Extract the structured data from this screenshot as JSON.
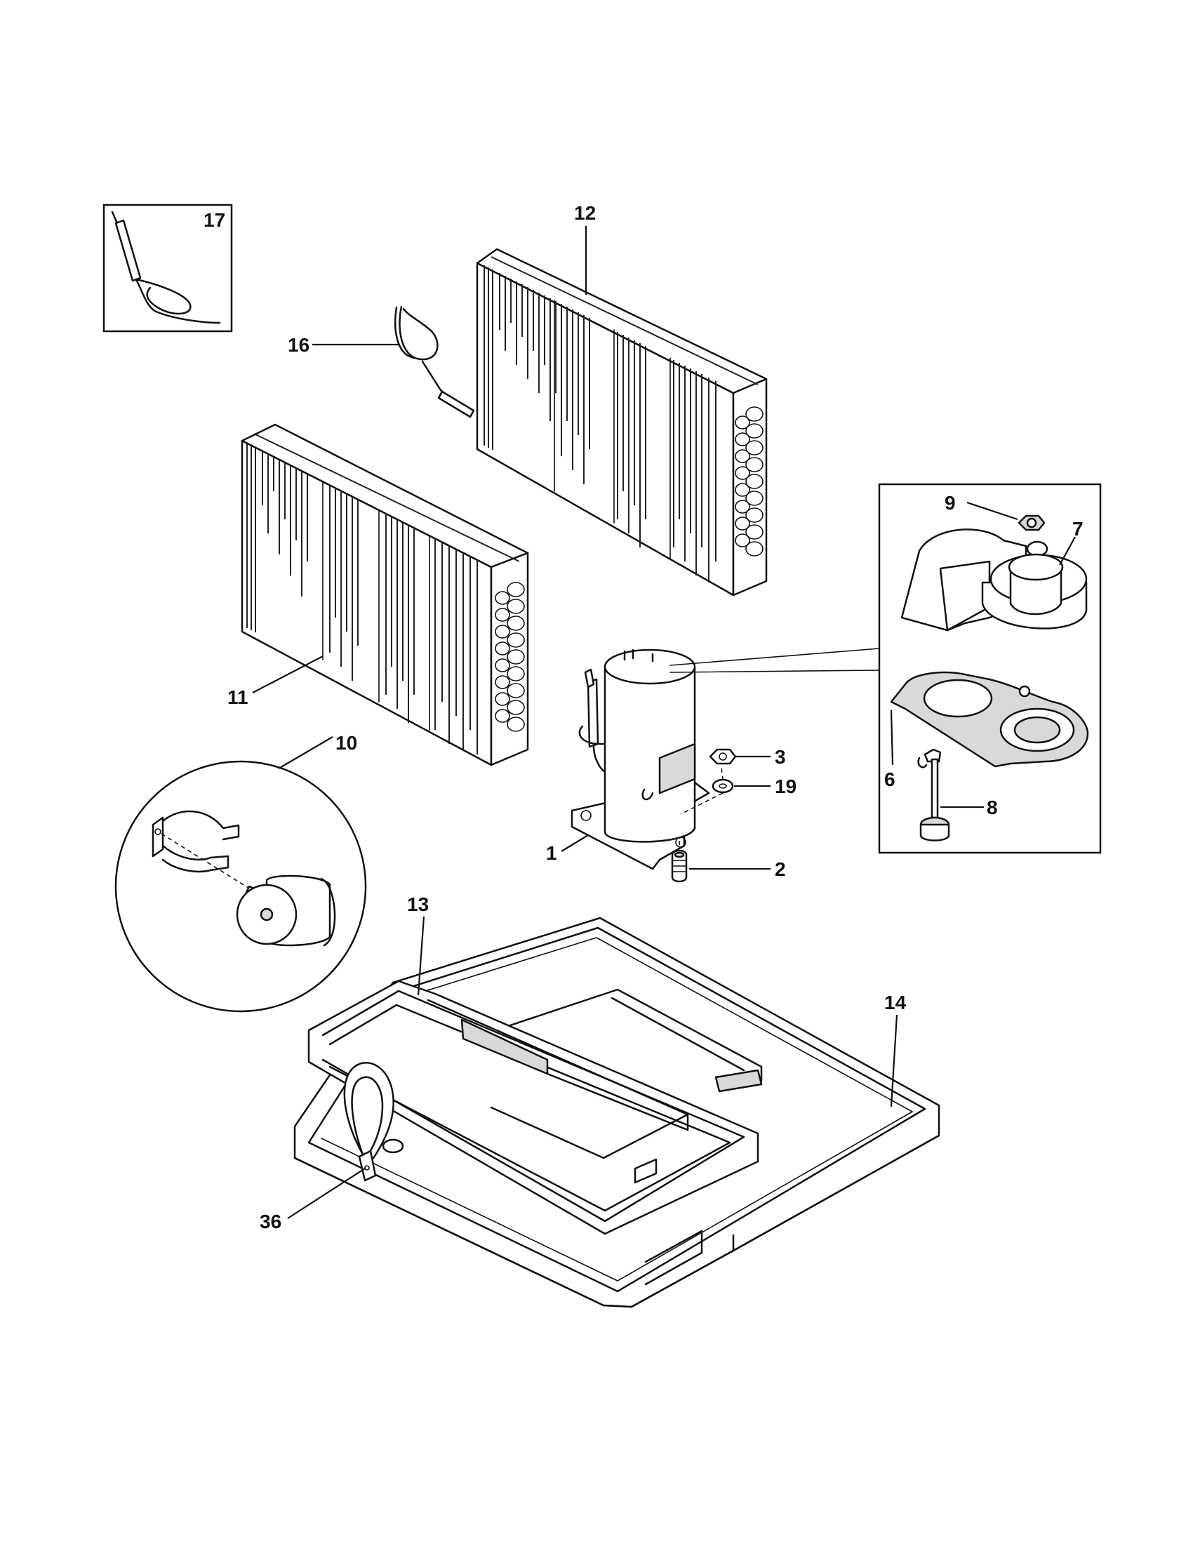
{
  "callouts": {
    "c1": "1",
    "c2": "2",
    "c3": "3",
    "c6": "6",
    "c7": "7",
    "c8": "8",
    "c9": "9",
    "c10": "10",
    "c11": "11",
    "c12": "12",
    "c13": "13",
    "c14": "14",
    "c16": "16",
    "c17": "17",
    "c19": "19",
    "c36": "36"
  },
  "parts": [
    {
      "callout": "1",
      "icon": "compressor-icon"
    },
    {
      "callout": "2",
      "icon": "grommet-icon"
    },
    {
      "callout": "3",
      "icon": "nut-icon"
    },
    {
      "callout": "6",
      "icon": "gasket-plate-icon"
    },
    {
      "callout": "7",
      "icon": "terminal-cover-icon"
    },
    {
      "callout": "8",
      "icon": "terminal-stud-icon"
    },
    {
      "callout": "9",
      "icon": "cover-nut-icon"
    },
    {
      "callout": "10",
      "icon": "capacitor-detail-icon"
    },
    {
      "callout": "11",
      "icon": "evaporator-coil-icon"
    },
    {
      "callout": "12",
      "icon": "condenser-coil-icon"
    },
    {
      "callout": "13",
      "icon": "drain-pan-icon"
    },
    {
      "callout": "14",
      "icon": "base-pan-icon"
    },
    {
      "callout": "16",
      "icon": "thermostat-bulb-icon"
    },
    {
      "callout": "17",
      "icon": "sensor-inset-icon"
    },
    {
      "callout": "19",
      "icon": "washer-icon"
    },
    {
      "callout": "36",
      "icon": "strap-icon"
    }
  ]
}
